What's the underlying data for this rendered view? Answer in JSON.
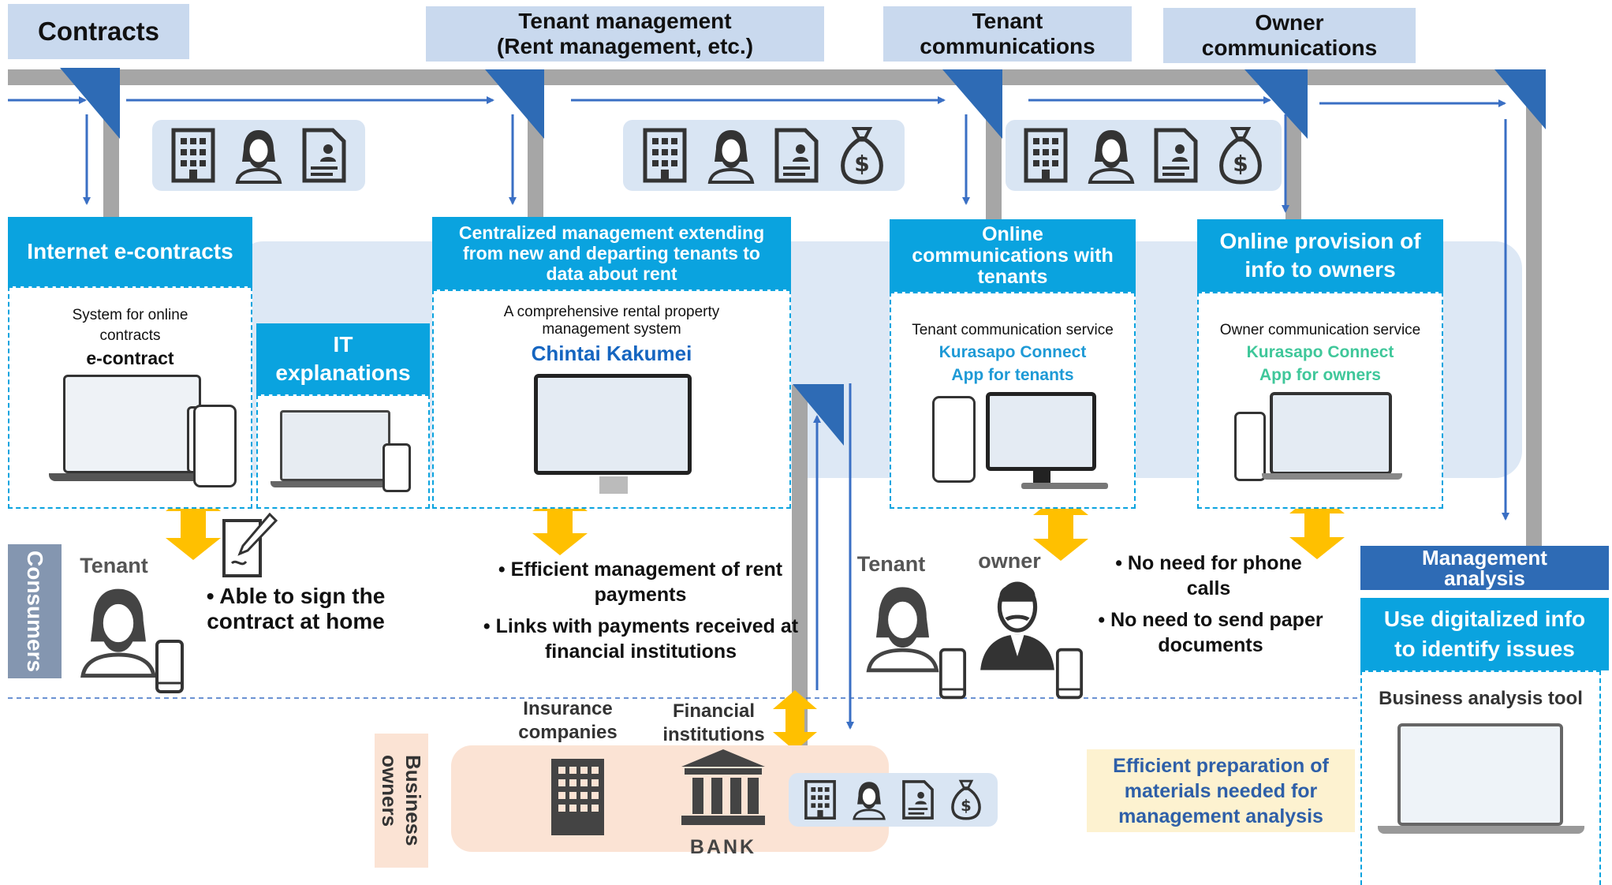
{
  "stages": {
    "contracts": "Contracts",
    "tenant_mgmt_line1": "Tenant management",
    "tenant_mgmt_line2": "(Rent management, etc.)",
    "tenant_comm_line1": "Tenant",
    "tenant_comm_line2": "communications",
    "owner_comm_line1": "Owner",
    "owner_comm_line2": "communications"
  },
  "boxes": {
    "econtract": {
      "head": "Internet e-contracts",
      "desc_line1": "System for online",
      "desc_line2": "contracts",
      "product": "e-contract"
    },
    "it": {
      "head_line1": "IT",
      "head_line2": "explanations"
    },
    "central": {
      "head_line1": "Centralized management extending",
      "head_line2": "from new and departing tenants to",
      "head_line3": "data about rent",
      "desc_line1": "A comprehensive rental property",
      "desc_line2": "management system",
      "product": "Chintai Kakumei"
    },
    "tenantcomm": {
      "head_line1": "Online",
      "head_line2": "communications with",
      "head_line3": "tenants",
      "desc": "Tenant communication service",
      "product_line1": "Kurasapo Connect",
      "product_line2": "App for tenants"
    },
    "ownercomm": {
      "head_line1": "Online provision of",
      "head_line2": "info to owners",
      "desc": "Owner communication service",
      "product_line1": "Kurasapo Connect",
      "product_line2": "App for owners"
    },
    "analysis": {
      "title_line1": "Management",
      "title_line2": "analysis",
      "head_line1": "Use digitalized info",
      "head_line2": "to identify issues",
      "tool": "Business analysis tool"
    }
  },
  "benefits": {
    "sign_line1": "• Able to sign the",
    "sign_line2": "contract at home",
    "rent1_line1": "• Efficient management of rent",
    "rent1_line2": "payments",
    "rent2_line1": "• Links with payments received at",
    "rent2_line2": "financial institutions",
    "phone_line1": "• No need for phone",
    "phone_line2": "calls",
    "paper_line1": "• No need to send paper",
    "paper_line2": "documents",
    "prep_line1": "Efficient preparation of",
    "prep_line2": "materials needed for",
    "prep_line3": "management analysis"
  },
  "people": {
    "tenant1": "Tenant",
    "tenant2": "Tenant",
    "owner": "owner"
  },
  "sides": {
    "consumers": "Consumers",
    "business_line1": "Business",
    "business_line2": "owners"
  },
  "companies": {
    "insurance_line1": "Insurance",
    "insurance_line2": "companies",
    "financial_line1": "Financial",
    "financial_line2": "institutions",
    "bank": "BANK"
  },
  "colors": {
    "head_blue": "#0aa3df",
    "kurasapo_blue": "#1e9ad6",
    "kurasapo_green": "#3fc79a",
    "chintai_blue": "#1565c0",
    "analysis_title": "#2e6bb5",
    "arrow_yellow": "#ffc000",
    "pipe_gray": "#a6a6a6"
  }
}
